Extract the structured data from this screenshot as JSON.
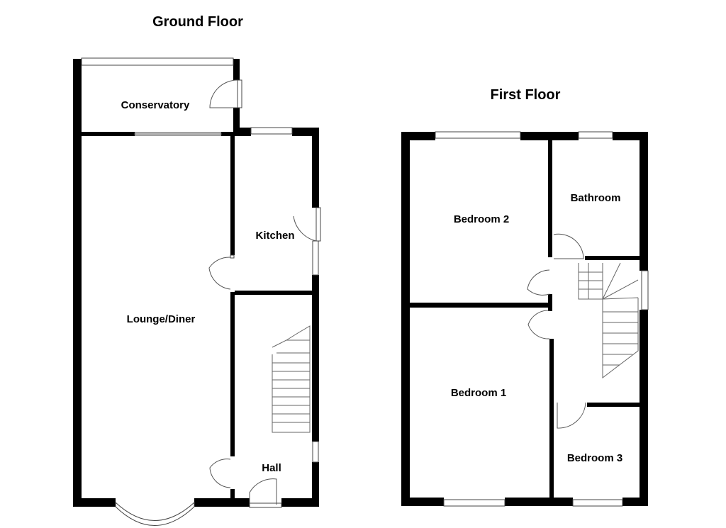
{
  "floors": {
    "ground": {
      "title": "Ground Floor",
      "rooms": {
        "conservatory": "Conservatory",
        "kitchen": "Kitchen",
        "lounge": "Lounge/Diner",
        "hall": "Hall"
      }
    },
    "first": {
      "title": "First Floor",
      "rooms": {
        "bedroom2": "Bedroom 2",
        "bathroom": "Bathroom",
        "bedroom1": "Bedroom 1",
        "bedroom3": "Bedroom 3"
      }
    }
  },
  "colors": {
    "wall": "#000000",
    "background": "#ffffff"
  }
}
